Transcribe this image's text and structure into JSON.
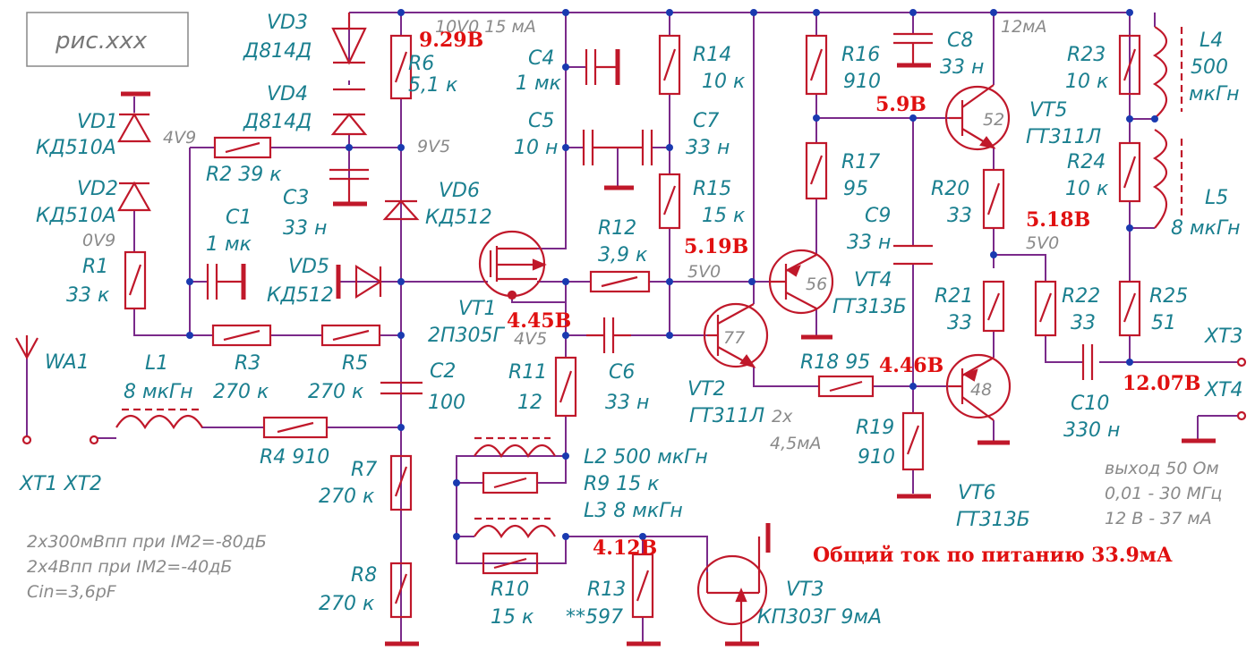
{
  "title": "рис.ххх",
  "components": {
    "vd3": [
      "VD3",
      "Д814Д"
    ],
    "vd4": [
      "VD4",
      "Д814Д"
    ],
    "vd1": [
      "VD1",
      "КД510А"
    ],
    "vd2": [
      "VD2",
      "КД510А"
    ],
    "vd5": [
      "VD5",
      "КД512"
    ],
    "vd6": [
      "VD6",
      "КД512"
    ],
    "r1": [
      "R1",
      "33 к"
    ],
    "r2": "R2 39 к",
    "r3": [
      "R3",
      "270 к"
    ],
    "r4": "R4 910",
    "r5": [
      "R5",
      "270 к"
    ],
    "r6": [
      "R6",
      "5,1 к"
    ],
    "r7": [
      "R7",
      "270 к"
    ],
    "r8": [
      "R8",
      "270 к"
    ],
    "r9": "R9 15 к",
    "r10": [
      "R10",
      "15 к"
    ],
    "r11": [
      "R11",
      "12"
    ],
    "r12": [
      "R12",
      "3,9 к"
    ],
    "r13": [
      "R13",
      "**597"
    ],
    "r14": [
      "R14",
      "10 к"
    ],
    "r15": [
      "R15",
      "15 к"
    ],
    "r16": [
      "R16",
      "910"
    ],
    "r17": [
      "R17",
      "95"
    ],
    "r18": "R18 95",
    "r19": [
      "R19",
      "910"
    ],
    "r20": [
      "R20",
      "33"
    ],
    "r21": [
      "R21",
      "33"
    ],
    "r22": [
      "R22",
      "33"
    ],
    "r23": [
      "R23",
      "10 к"
    ],
    "r24": [
      "R24",
      "10 к"
    ],
    "r25": [
      "R25",
      "51"
    ],
    "c1": [
      "C1",
      "1 мк"
    ],
    "c2": [
      "C2",
      "100"
    ],
    "c3": [
      "C3",
      "33 н"
    ],
    "c4": [
      "C4",
      "1 мк"
    ],
    "c5": [
      "C5",
      "10 н"
    ],
    "c6": [
      "C6",
      "33 н"
    ],
    "c7": [
      "C7",
      "33 н"
    ],
    "c8": [
      "C8",
      "33 н"
    ],
    "c9": [
      "C9",
      "33 н"
    ],
    "c10": [
      "C10",
      "330 н"
    ],
    "l1": [
      "L1",
      "8 мкГн"
    ],
    "l2": "L2  500 мкГн",
    "l3": "L3  8 мкГн",
    "l4": [
      "L4",
      "500",
      "мкГн"
    ],
    "l5": [
      "L5",
      "8 мкГн"
    ],
    "vt1": [
      "VT1",
      "2П305Г"
    ],
    "vt2": [
      "VT2",
      "ГТ311Л"
    ],
    "vt3": [
      "VT3",
      "КП303Г 9мА"
    ],
    "vt4": [
      "VT4",
      "ГТ313Б"
    ],
    "vt5": [
      "VT5",
      "ГТ311Л"
    ],
    "vt6": [
      "VT6",
      "ГТ313Б"
    ],
    "wa1": "WA1",
    "xt1xt2": "XT1  XT2",
    "xt3": "XT3",
    "xt4": "XT4"
  },
  "chip_marks": {
    "vt2": "77",
    "vt4": "56",
    "vt5": "52",
    "vt6": "48"
  },
  "nodes": {
    "v4v9": "4V9",
    "v9v5": "9V5",
    "v0v9": "0V9",
    "v10v0": "10V0  15 мА",
    "v5v0a": "5V0",
    "v5v0b": "5V0",
    "v4v5": "4V5",
    "i12ma": "12мА",
    "vt2_current": "2х",
    "vt2_current2": "4,5мА"
  },
  "measured": {
    "m1": "9.29В",
    "m2": "5.9В",
    "m3": "5.19В",
    "m4": "5.18В",
    "m5": "4.45В",
    "m6": "4.46В",
    "m7": "12.07В",
    "m8": "4.12В"
  },
  "notes_left": [
    "2х300мВпп при IM2=-80дБ",
    "2х4Впп при IM2=-40дБ",
    "Cin=3,6pF"
  ],
  "notes_right": [
    "выход 50 Ом",
    "0,01 - 30 МГц",
    "12 В - 37 мА"
  ],
  "total_current": "Общий ток по питанию 33.9мА",
  "colors": {
    "label": "#1a7f8f",
    "wire": "#7a2a8a",
    "component": "#c0182a",
    "measure": "#e01010",
    "note": "#8a8a8a"
  }
}
